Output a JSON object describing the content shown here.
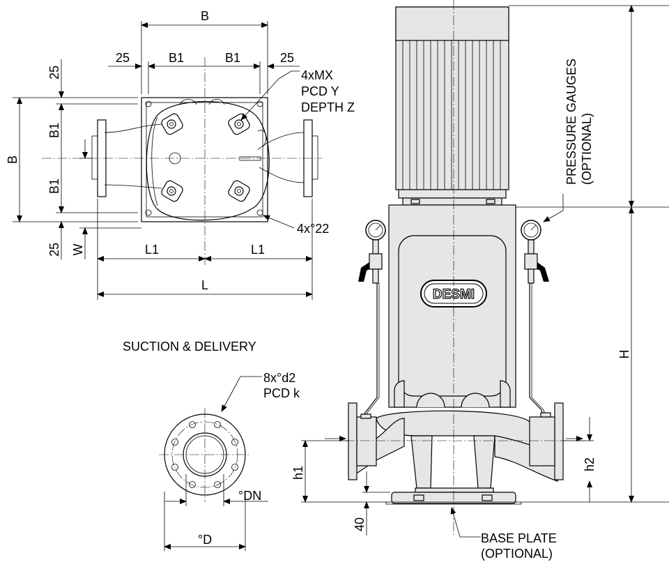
{
  "top_view": {
    "dim_B_top": "B",
    "dim_25_left": "25",
    "dim_B1_left": "B1",
    "dim_B1_right": "B1",
    "dim_25_right": "25",
    "dim_25_vert_top": "25",
    "dim_B_side": "B",
    "dim_B1_upper": "B1",
    "dim_B1_lower": "B1",
    "dim_25_vert_bottom": "25",
    "dim_W": "W",
    "dim_L1_left": "L1",
    "dim_L1_right": "L1",
    "dim_L": "L",
    "note_holes_line1": "4xMX",
    "note_holes_line2": "PCD Y",
    "note_holes_line3": "DEPTH Z",
    "note_corner_holes": "4x°22"
  },
  "flange_view": {
    "title": "SUCTION & DELIVERY",
    "note_line1": "8x°d2",
    "note_line2": "PCD k",
    "dim_DN": "°DN",
    "dim_D": "°D"
  },
  "side_view": {
    "pressure_gauges_line1": "PRESSURE GAUGES",
    "pressure_gauges_line2": "(OPTIONAL)",
    "logo_text": "DESMI",
    "dim_H": "H",
    "dim_h1": "h1",
    "dim_h2": "h2",
    "dim_40": "40",
    "base_plate_line1": "BASE PLATE",
    "base_plate_line2": "(OPTIONAL)"
  }
}
